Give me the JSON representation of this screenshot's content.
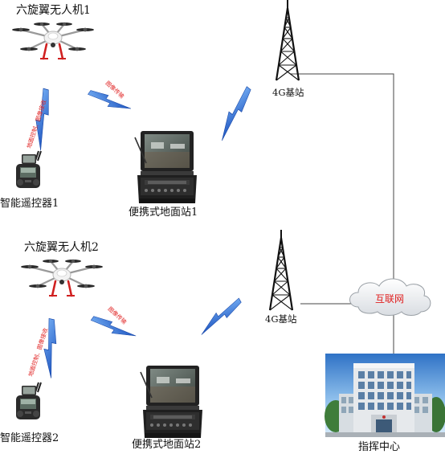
{
  "title": "",
  "nodes": {
    "drone1": {
      "label": "六旋翼无人机1"
    },
    "drone2": {
      "label": "六旋翼无人机2"
    },
    "controller1": {
      "label": "智能遥控器1"
    },
    "controller2": {
      "label": "智能遥控器2"
    },
    "ground_station1": {
      "label": "便携式地面站1"
    },
    "ground_station2": {
      "label": "便携式地面站2"
    },
    "base_station1": {
      "label": "4G基站"
    },
    "base_station2": {
      "label": "4G基站"
    },
    "internet": {
      "label": "互联网"
    },
    "command_center": {
      "label": "指挥中心"
    }
  },
  "links": {
    "control_link1": {
      "label": "地面控制、图像接收"
    },
    "control_link2": {
      "label": "地面控制、图像接收"
    },
    "image_link1": {
      "label": "图像传输"
    },
    "image_link2": {
      "label": "图像传输"
    }
  },
  "colors": {
    "wireless": "#1e66d0",
    "link_text": "#e02020",
    "wire": "#444444",
    "cloud_text": "#e02020"
  },
  "icons": {
    "drone": "hexacopter-drone-icon",
    "controller": "remote-controller-icon",
    "ground_station": "portable-ground-station-icon",
    "tower": "4g-tower-icon",
    "cloud": "internet-cloud-icon",
    "building": "command-center-building-icon",
    "wireless": "lightning-wireless-icon"
  }
}
